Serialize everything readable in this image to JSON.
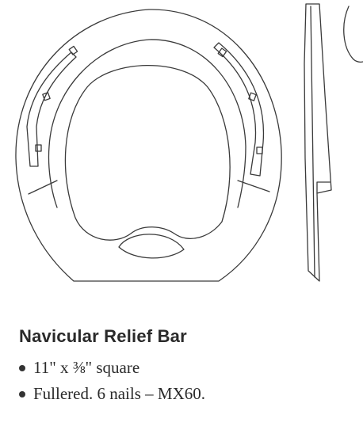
{
  "diagram": {
    "parts": [
      "horseshoe-top-view",
      "horseshoe-side-profile"
    ]
  },
  "caption": {
    "title": "Navicular Relief Bar",
    "specs": [
      "11\" x ⅜\" square",
      "Fullered. 6 nails – MX60."
    ]
  },
  "colors": {
    "ink": "#333333",
    "paper": "#ffffff"
  }
}
